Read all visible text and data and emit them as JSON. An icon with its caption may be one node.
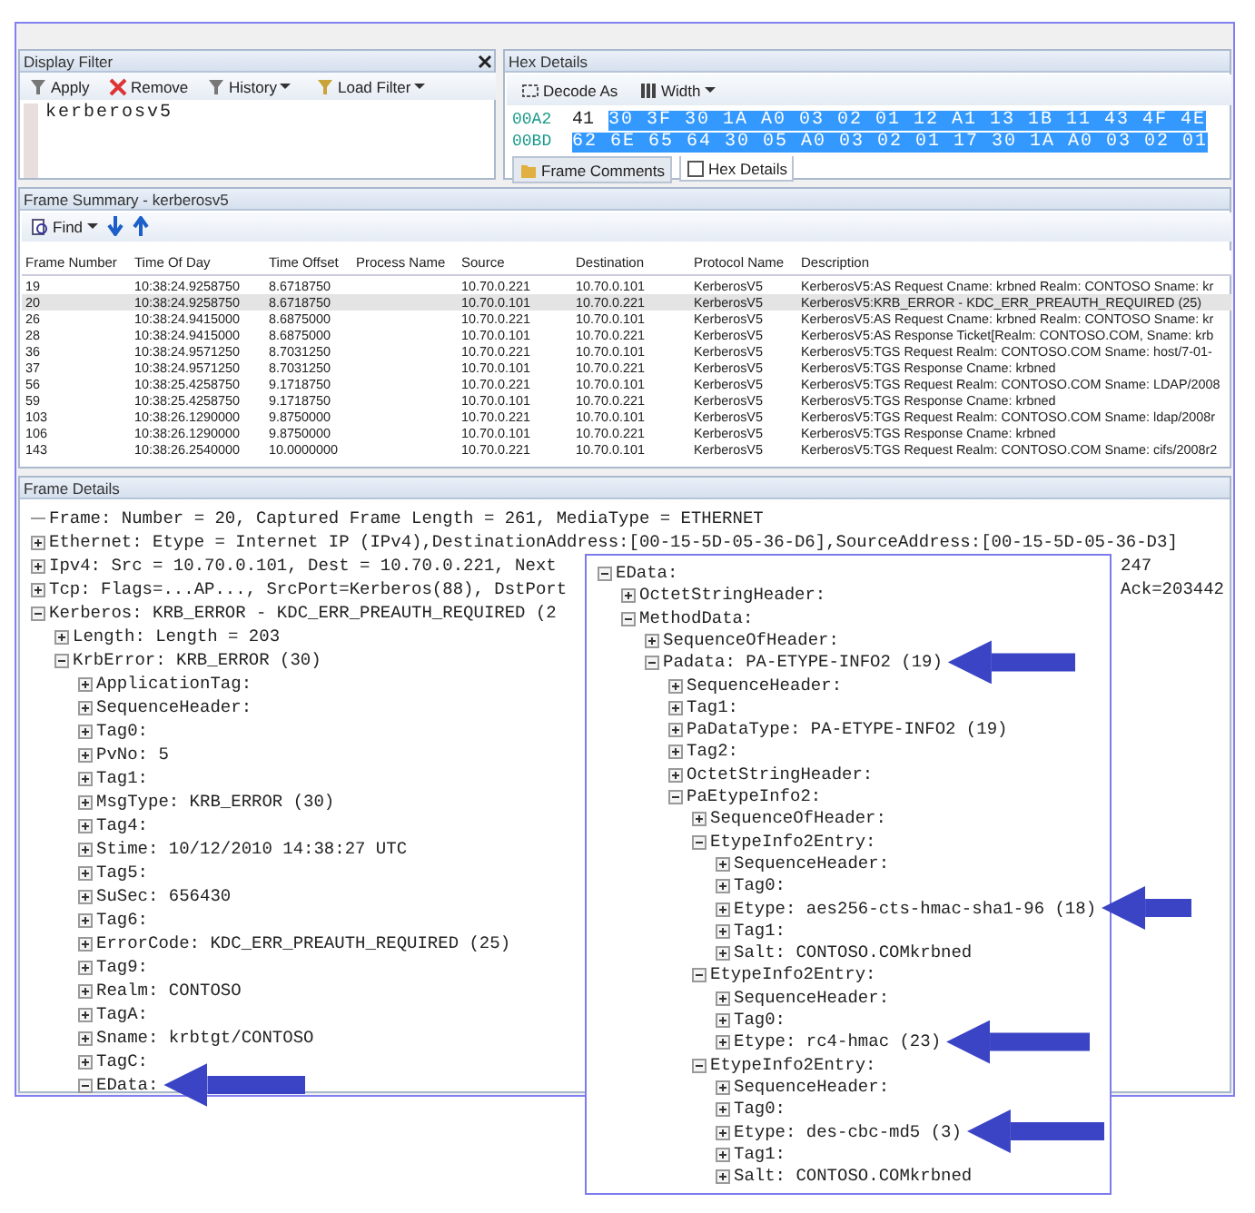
{
  "diagram": {
    "nodes": [
      {
        "text": [
          "Display Filter"
        ]
      },
      {
        "text": [
          "Hex Details"
        ]
      },
      {
        "text": [
          "Frame Summary - kerberosv5"
        ]
      },
      {
        "text": [
          "Frame Details"
        ]
      },
      {
        "text": [
          "EData:"
        ],
        "in": 3
      },
      {
        "text": [],
        "shape": "box"
      },
      {
        "text": [
          "Padata: PA-ETYPE-INFO2 (19)"
        ],
        "in": 5
      },
      {
        "text": [
          "Etype: aes256-cts-hmac-sha1-96 (18)"
        ],
        "in": 5
      },
      {
        "text": [
          "Etype: rc4-hmac (23)"
        ],
        "in": 5
      },
      {
        "text": [
          "Etype: des-cbc-md5 (3)"
        ],
        "in": 5
      }
    ],
    "edges": [
      {
        "from": null,
        "to": 4,
        "arrow": "to"
      },
      {
        "from": null,
        "to": 6,
        "arrow": "to"
      },
      {
        "from": null,
        "to": 7,
        "arrow": "to"
      },
      {
        "from": null,
        "to": 8,
        "arrow": "to"
      },
      {
        "from": null,
        "to": 9,
        "arrow": "to"
      }
    ],
    "labels": [
      "Apply",
      "Remove",
      "History",
      "Load Filter",
      "kerberosv5",
      "Decode As",
      "Width",
      "00A2",
      "41",
      "30 3F 30 1A A0 03 02 01 12 A1 13 1B 11 43 4F 4E",
      "00BD",
      "62 6E 65 64 30 05 A0 03 02 01 17 30 1A A0 03 02 01",
      "Frame Comments",
      "Hex Details",
      "Find",
      "Frame Number",
      "Time Of Day",
      "Time Offset",
      "Process Name",
      "Source",
      "Destination",
      "Protocol Name",
      "Description",
      "19",
      "10:38:24.9258750",
      "8.6718750",
      "10.70.0.221",
      "10.70.0.101",
      "KerberosV5",
      "KerberosV5:AS Request Cname: krbned Realm: CONTOSO Sname: kr",
      "20",
      "10:38:24.9258750",
      "8.6718750",
      "10.70.0.101",
      "10.70.0.221",
      "KerberosV5",
      "KerberosV5:KRB_ERROR  - KDC_ERR_PREAUTH_REQUIRED (25)",
      "26",
      "10:38:24.9415000",
      "8.6875000",
      "10.70.0.221",
      "10.70.0.101",
      "KerberosV5",
      "KerberosV5:AS Request Cname: krbned Realm: CONTOSO Sname: kr",
      "28",
      "10:38:24.9415000",
      "8.6875000",
      "10.70.0.101",
      "10.70.0.221",
      "KerberosV5",
      "KerberosV5:AS Response Ticket[Realm: CONTOSO.COM, Sname: krb",
      "36",
      "10:38:24.9571250",
      "8.7031250",
      "10.70.0.221",
      "10.70.0.101",
      "KerberosV5",
      "KerberosV5:TGS Request Realm: CONTOSO.COM Sname: host/7-01-",
      "37",
      "10:38:24.9571250",
      "8.7031250",
      "10.70.0.101",
      "10.70.0.221",
      "KerberosV5",
      "KerberosV5:TGS Response Cname: krbned",
      "56",
      "10:38:25.4258750",
      "9.1718750",
      "10.70.0.221",
      "10.70.0.101",
      "KerberosV5",
      "KerberosV5:TGS Request Realm: CONTOSO.COM Sname: LDAP/2008",
      "59",
      "10:38:25.4258750",
      "9.1718750",
      "10.70.0.101",
      "10.70.0.221",
      "KerberosV5",
      "KerberosV5:TGS Response Cname: krbned",
      "103",
      "10:38:26.1290000",
      "9.8750000",
      "10.70.0.221",
      "10.70.0.101",
      "KerberosV5",
      "KerberosV5:TGS Request Realm: CONTOSO.COM Sname: ldap/2008r",
      "106",
      "10:38:26.1290000",
      "9.8750000",
      "10.70.0.101",
      "10.70.0.221",
      "KerberosV5",
      "KerberosV5:TGS Response Cname: krbned",
      "143",
      "10:38:26.2540000",
      "10.0000000",
      "10.70.0.221",
      "10.70.0.101",
      "KerberosV5",
      "KerberosV5:TGS Request Realm: CONTOSO.COM Sname: cifs/2008r2",
      "Frame: Number = 20, Captured Frame Length = 261, MediaType = ETHERNET",
      "Ethernet: Etype = Internet IP (IPv4),DestinationAddress:[00-15-5D-05-36-D6],SourceAddress:[00-15-5D-05-36-D3]",
      "Ipv4: Src = 10.70.0.101, Dest = 10.70.0.221, Next",
      "247",
      "Tcp: Flags=...AP..., SrcPort=Kerberos(88), DstPort",
      "Ack=203442",
      "Kerberos: KRB_ERROR  - KDC_ERR_PREAUTH_REQUIRED (2",
      "Length: Length = 203",
      "KrbError: KRB_ERROR (30)",
      "ApplicationTag:",
      "SequenceHeader:",
      "Tag0:",
      "PvNo: 5",
      "Tag1:",
      "MsgType: KRB_ERROR (30)",
      "Tag4:",
      "Stime: 10/12/2010 14:38:27 UTC",
      "Tag5:",
      "SuSec: 656430",
      "Tag6:",
      "ErrorCode: KDC_ERR_PREAUTH_REQUIRED (25)",
      "Tag9:",
      "Realm: CONTOSO",
      "TagA:",
      "Sname: krbtgt/CONTOSO",
      "TagC:",
      "EData:",
      "OctetStringHeader:",
      "MethodData:",
      "SequenceOfHeader:",
      "SequenceHeader:",
      "Tag1:",
      "PaDataType: PA-ETYPE-INFO2 (19)",
      "Tag2:",
      "OctetStringHeader:",
      "PaEtypeInfo2:",
      "SequenceOfHeader:",
      "EtypeInfo2Entry:",
      "SequenceHeader:",
      "Tag0:",
      "Tag1:",
      "Salt: CONTOSO.COMkrbned",
      "EtypeInfo2Entry:",
      "SequenceHeader:",
      "Tag0:",
      "EtypeInfo2Entry:",
      "SequenceHeader:",
      "Tag0:",
      "Tag1:",
      "Salt: CONTOSO.COMkrbned"
    ]
  }
}
